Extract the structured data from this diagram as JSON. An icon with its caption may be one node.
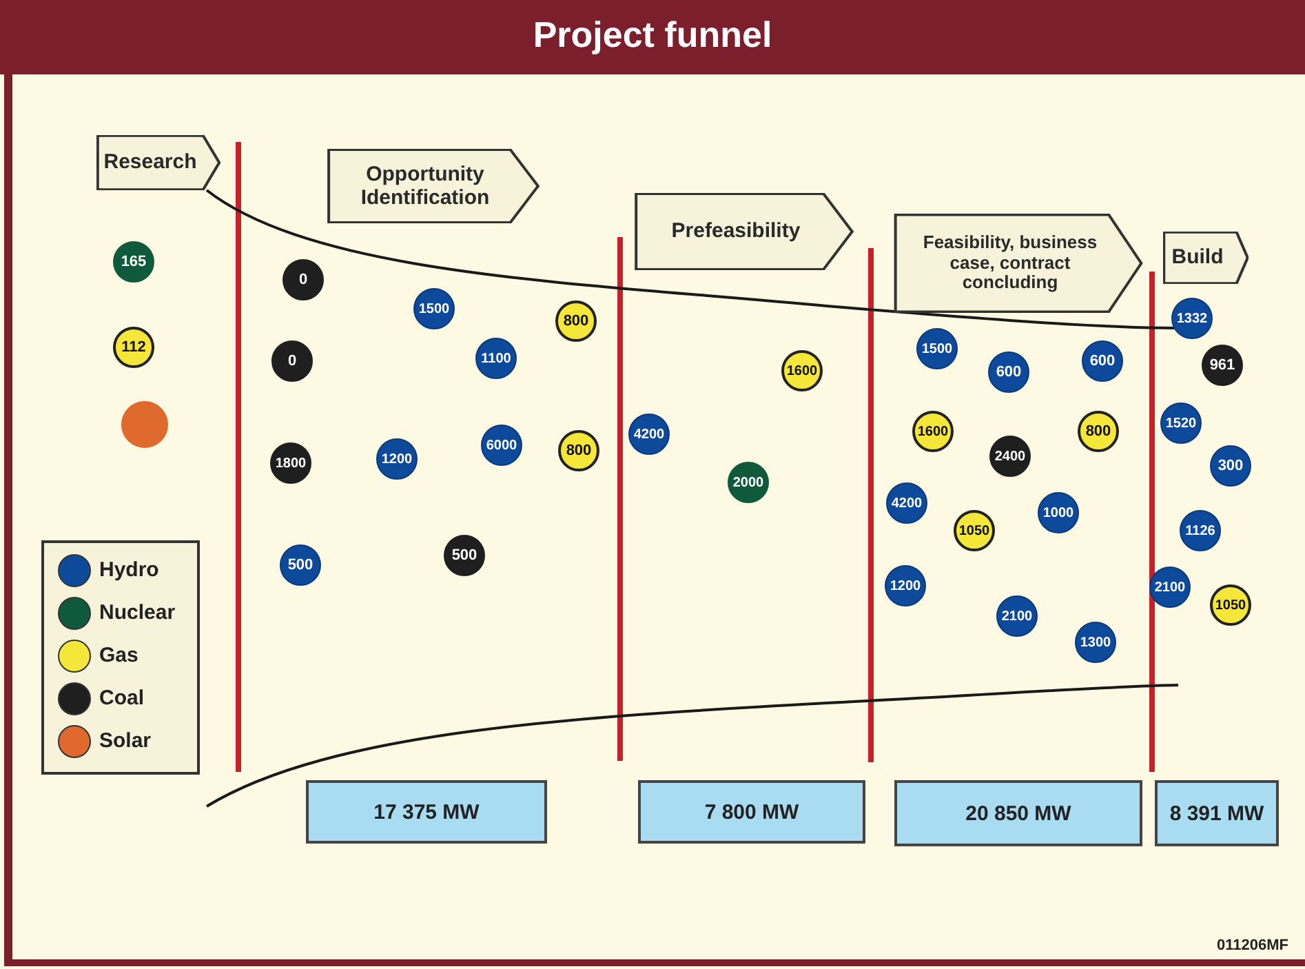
{
  "diagram": {
    "title": "Project funnel",
    "nodes": [
      {
        "text": [
          "Research"
        ]
      },
      {
        "text": [
          "165"
        ]
      },
      {
        "text": [
          "112"
        ]
      },
      {
        "text": [],
        "shape": "circle"
      },
      {
        "text": [
          "Opportunity Identification"
        ]
      },
      {
        "text": [
          "0"
        ]
      },
      {
        "text": [
          "1500"
        ]
      },
      {
        "text": [
          "800"
        ]
      },
      {
        "text": [
          "0"
        ]
      },
      {
        "text": [
          "1100"
        ]
      },
      {
        "text": [
          "1800"
        ]
      },
      {
        "text": [
          "1200"
        ]
      },
      {
        "text": [
          "6000"
        ]
      },
      {
        "text": [
          "800"
        ]
      },
      {
        "text": [
          "500"
        ]
      },
      {
        "text": [
          "500"
        ]
      },
      {
        "text": [
          "17 375 MW"
        ]
      },
      {
        "text": [
          "Prefeasibility"
        ]
      },
      {
        "text": [
          "1600"
        ]
      },
      {
        "text": [
          "4200"
        ]
      },
      {
        "text": [
          "2000"
        ]
      },
      {
        "text": [
          "7 800 MW"
        ]
      },
      {
        "text": [
          "Feasibility, business case, contract concluding"
        ]
      },
      {
        "text": [
          "1500"
        ]
      },
      {
        "text": [
          "600"
        ]
      },
      {
        "text": [
          "600"
        ]
      },
      {
        "text": [
          "1600"
        ]
      },
      {
        "text": [
          "2400"
        ]
      },
      {
        "text": [
          "800"
        ]
      },
      {
        "text": [
          "4200"
        ]
      },
      {
        "text": [
          "1000"
        ]
      },
      {
        "text": [
          "1050"
        ]
      },
      {
        "text": [
          "1200"
        ]
      },
      {
        "text": [
          "2100"
        ]
      },
      {
        "text": [
          "1300"
        ]
      },
      {
        "text": [
          "20 850 MW"
        ]
      },
      {
        "text": [
          "Build"
        ]
      },
      {
        "text": [
          "1332"
        ]
      },
      {
        "text": [
          "961"
        ]
      },
      {
        "text": [
          "1520"
        ]
      },
      {
        "text": [
          "300"
        ]
      },
      {
        "text": [
          "1126"
        ]
      },
      {
        "text": [
          "2100"
        ]
      },
      {
        "text": [
          "1050"
        ]
      },
      {
        "text": [
          "8 391 MW"
        ]
      }
    ],
    "edges": [],
    "labels": [
      "011206MF"
    ],
    "legend": [
      {
        "text": "Hydro",
        "color": "#0d4a9b"
      },
      {
        "text": "Nuclear",
        "color": "#0f5a3c"
      },
      {
        "text": "Gas",
        "color": "#f5e63a"
      },
      {
        "text": "Coal",
        "color": "#1f1f1f"
      },
      {
        "text": "Solar",
        "color": "#e0692e"
      }
    ]
  }
}
